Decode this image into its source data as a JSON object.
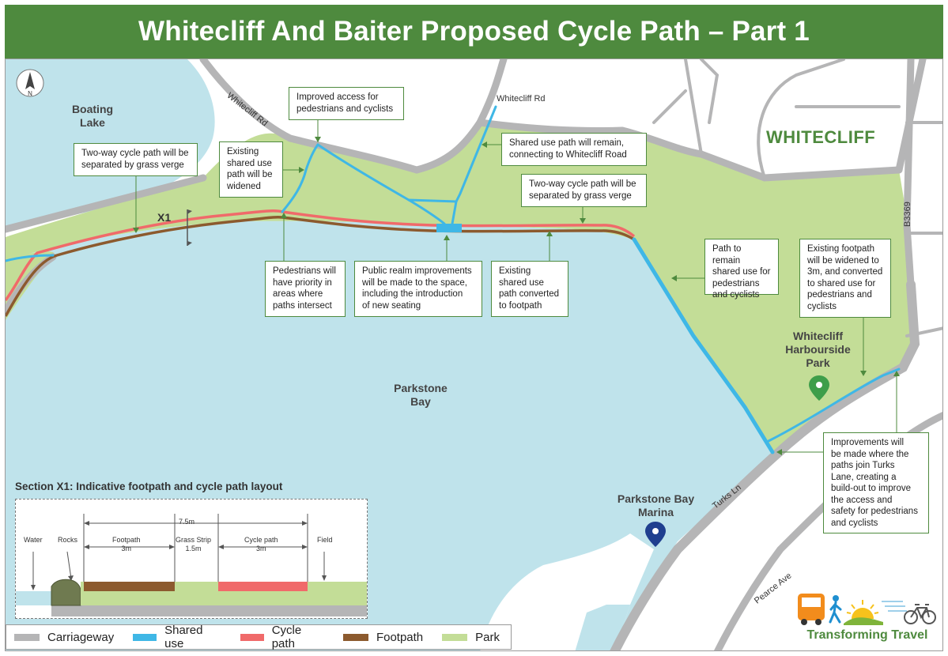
{
  "title": "Whitecliff And Baiter Proposed Cycle Path – Part 1",
  "colors": {
    "header": "#4e8a3e",
    "water": "#bfe3eb",
    "park": "#c3dd97",
    "carriageway": "#b5b5b6",
    "shared_use": "#3fb7e6",
    "cycle_path": "#f06a6a",
    "footpath": "#8c5a2e",
    "callout_border": "#4e8a3e"
  },
  "compass": {
    "icon": "north-arrow-icon",
    "label": "N"
  },
  "places": {
    "boating_lake": [
      "Boating",
      "Lake"
    ],
    "whitecliff": "WHITECLIFF",
    "parkstone_bay": [
      "Parkstone",
      "Bay"
    ],
    "harbourside_park": [
      "Whitecliff",
      "Harbourside",
      "Park"
    ],
    "marina": [
      "Parkstone Bay",
      "Marina"
    ]
  },
  "roads": {
    "whitecliff_rd_1": "Whitecliff Rd",
    "whitecliff_rd_2": "Whitecliff Rd",
    "b3369": "B3369",
    "turks_ln": "Turks Ln",
    "pearce_ave": "Pearce Ave"
  },
  "section_marker": "X1",
  "callouts": {
    "improved_access": [
      "Improved access for",
      "pedestrians and cyclists"
    ],
    "two_way_left": [
      "Two-way cycle path will be",
      "separated by grass verge"
    ],
    "existing_shared_widened": [
      "Existing",
      "shared use",
      "path will be",
      "widened"
    ],
    "shared_remain": [
      "Shared use path will remain,",
      "connecting to Whitecliff Road"
    ],
    "two_way_right": [
      "Two-way cycle path will be",
      "separated by grass verge"
    ],
    "pedestrian_priority": [
      "Pedestrians will",
      "have priority in",
      "areas where",
      "paths intersect"
    ],
    "public_realm": [
      "Public realm improvements",
      "will be made to the space,",
      "including the introduction",
      "of new seating"
    ],
    "converted_footpath": [
      "Existing",
      "shared use",
      "path converted",
      "to footpath"
    ],
    "path_remain_shared": [
      "Path to remain",
      "shared use for",
      "pedestrians",
      "and cyclists"
    ],
    "footpath_widened": [
      "Existing footpath",
      "will be widened to",
      "3m, and converted",
      "to shared use for",
      "pedestrians and",
      "cyclists"
    ],
    "turks_lane": [
      "Improvements will",
      "be made where the",
      "paths join Turks",
      "Lane, creating a",
      "build-out to improve",
      "the access and",
      "safety for pedestrians",
      "and cyclists"
    ]
  },
  "section": {
    "title": "Section X1: Indicative footpath and cycle path layout",
    "total_width": "7.5m",
    "water": "Water",
    "rocks": "Rocks",
    "footpath": [
      "Footpath",
      "3m"
    ],
    "grass_strip": [
      "Grass Strip",
      "1.5m"
    ],
    "cycle_path": [
      "Cycle path",
      "3m"
    ],
    "field": "Field"
  },
  "legend": [
    {
      "label": "Carriageway",
      "color": "#b5b5b6"
    },
    {
      "label": "Shared use",
      "color": "#3fb7e6"
    },
    {
      "label": "Cycle path",
      "color": "#f06a6a"
    },
    {
      "label": "Footpath",
      "color": "#8c5a2e"
    },
    {
      "label": "Park",
      "color": "#c3dd97"
    }
  ],
  "logo": {
    "text": "Transforming Travel",
    "icons": [
      "bus-icon",
      "pedestrian-icon",
      "sun-icon",
      "bicycle-icon"
    ]
  }
}
